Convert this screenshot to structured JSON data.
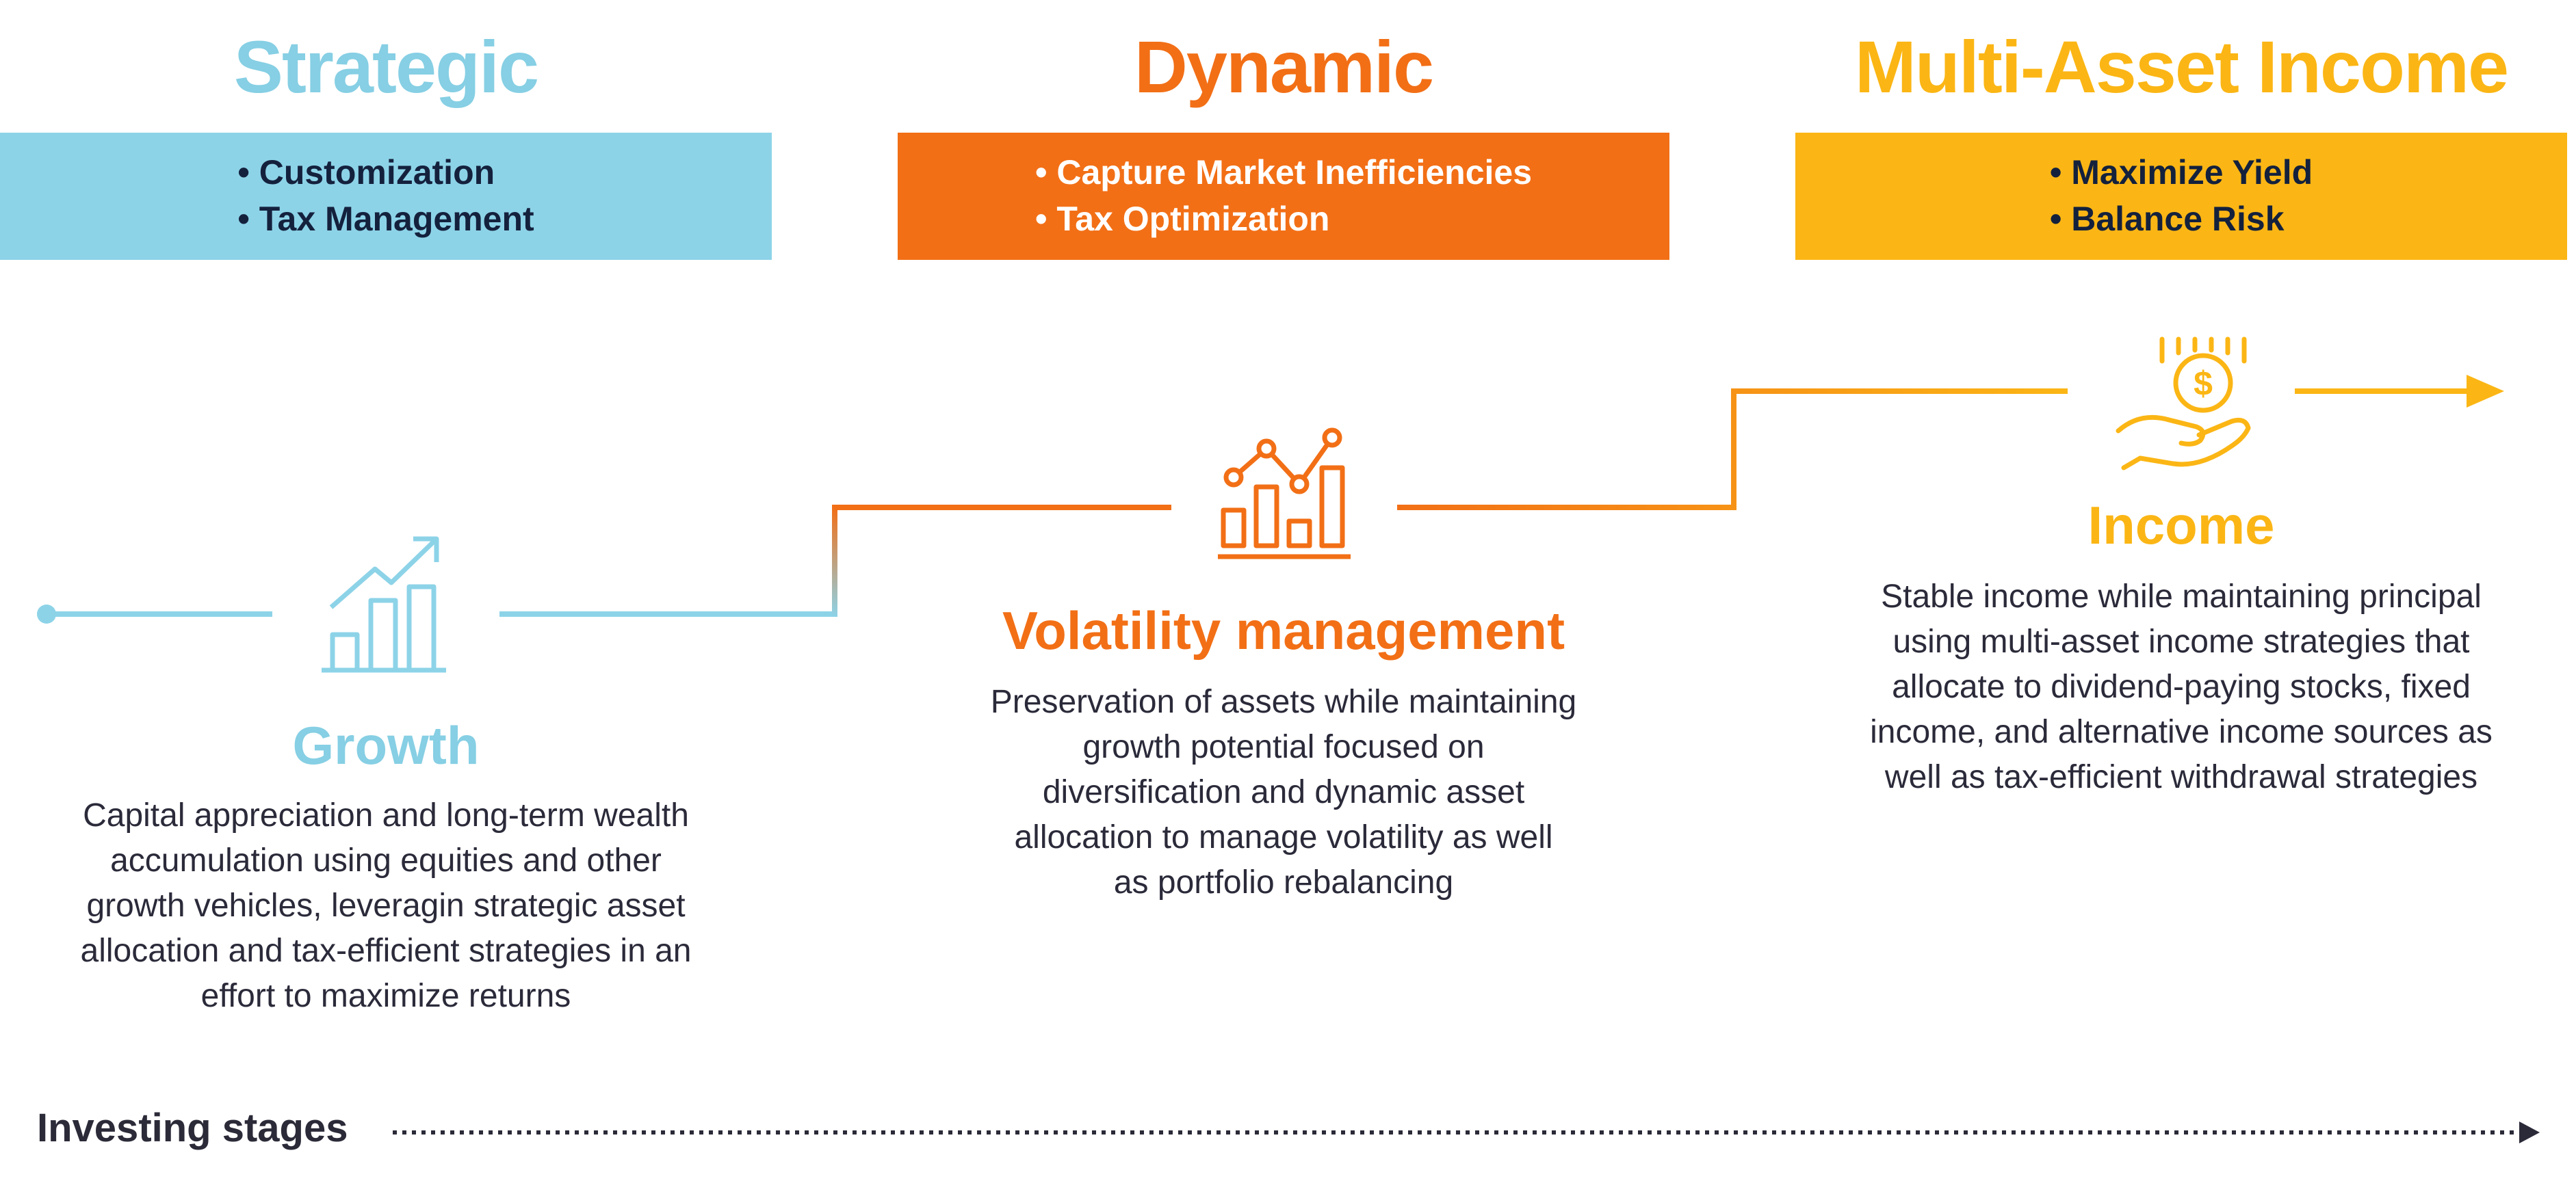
{
  "colors": {
    "strategic": "#8dd3e8",
    "strategic_title": "#86cfe4",
    "dynamic": "#f26f16",
    "multi_asset": "#fbb615",
    "navy": "#14213d",
    "white": "#ffffff",
    "text": "#2a2a3a"
  },
  "columns": [
    {
      "title": "Strategic",
      "bullets": [
        "Customization",
        "Tax Management"
      ]
    },
    {
      "title": "Dynamic",
      "bullets": [
        "Capture Market Inefficiencies",
        "Tax Optimization"
      ]
    },
    {
      "title": "Multi-Asset Income",
      "bullets": [
        "Maximize Yield",
        "Balance Risk"
      ]
    }
  ],
  "stages": {
    "growth": {
      "icon": "bar-chart-trend-up-icon",
      "title": "Growth",
      "description": "Capital appreciation and long-term wealth\naccumulation using equities and other\ngrowth vehicles, leveragin strategic asset\nallocation and tax-efficient strategies in an\neffort to maximize returns"
    },
    "volatility": {
      "icon": "bar-chart-line-icon",
      "title": "Volatility management",
      "description": "Preservation of assets while maintaining\ngrowth potential focused on\ndiversification and dynamic asset\nallocation to manage volatility as well\nas portfolio rebalancing"
    },
    "income": {
      "icon": "hand-coin-icon",
      "title": "Income",
      "description": "Stable income while maintaining principal\nusing multi-asset income strategies that\nallocate to dividend-paying stocks, fixed\nincome, and alternative income sources as\nwell as tax-efficient withdrawal strategies"
    }
  },
  "footer": {
    "label": "Investing stages"
  }
}
